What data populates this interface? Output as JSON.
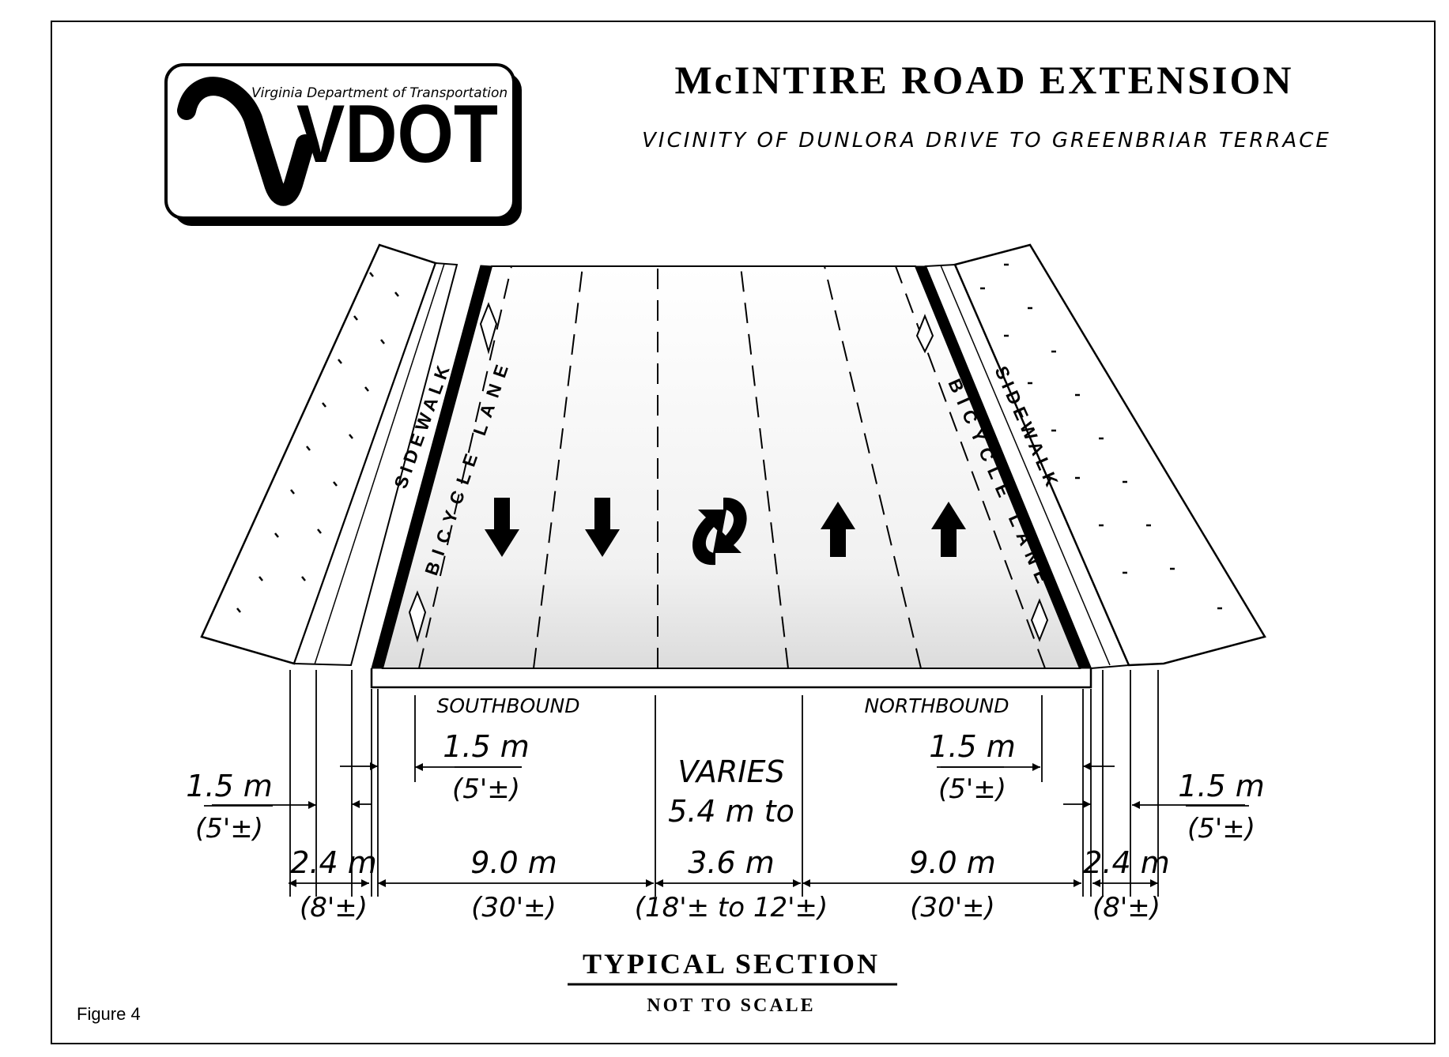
{
  "logo": {
    "agency": "Virginia Department of Transportation",
    "mark": "VDOT"
  },
  "title": "McINTIRE ROAD EXTENSION",
  "subtitle": "VICINITY OF DUNLORA DRIVE TO GREENBRIAR TERRACE",
  "road_labels": {
    "sidewalk_left": "SIDEWALK",
    "bike_left": "BICYCLE LANE",
    "sidewalk_right": "SIDEWALK",
    "bike_right": "BICYCLE LANE"
  },
  "directions": {
    "south": "SOUTHBOUND",
    "north": "NORTHBOUND"
  },
  "dims": {
    "left_outer_m": "1.5 m",
    "left_outer_ft": "(5'±)",
    "left_sidewalk_m": "2.4 m",
    "left_sidewalk_ft": "(8'±)",
    "left_bike_m": "1.5 m",
    "left_bike_ft": "(5'±)",
    "left_lanes_m": "9.0 m",
    "left_lanes_ft": "(30'±)",
    "median_varies": "VARIES",
    "median_range": "5.4 m to",
    "median_m": "3.6 m",
    "median_ft": "(18'± to 12'±)",
    "right_lanes_m": "9.0 m",
    "right_lanes_ft": "(30'±)",
    "right_bike_m": "1.5 m",
    "right_bike_ft": "(5'±)",
    "right_sidewalk_m": "2.4 m",
    "right_sidewalk_ft": "(8'±)",
    "right_outer_m": "1.5 m",
    "right_outer_ft": "(5'±)"
  },
  "section_title": "TYPICAL SECTION",
  "section_note": "NOT TO SCALE",
  "figure_label": "Figure 4"
}
